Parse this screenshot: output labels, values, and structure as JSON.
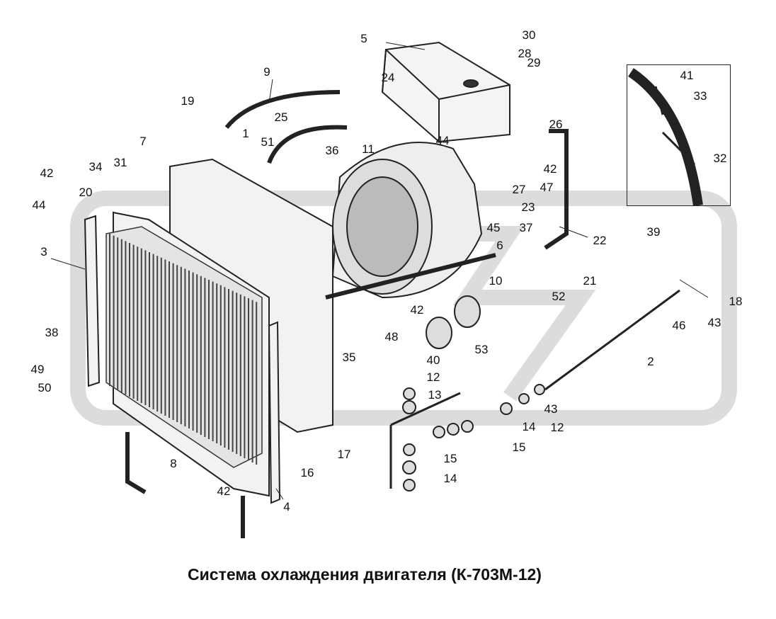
{
  "title": "Система охлаждения двигателя (К-703М-12)",
  "labels": [
    "5",
    "30",
    "28",
    "29",
    "9",
    "24",
    "19",
    "25",
    "1",
    "51",
    "36",
    "11",
    "44",
    "26",
    "7",
    "42",
    "34",
    "31",
    "20",
    "44",
    "42",
    "47",
    "27",
    "23",
    "37",
    "45",
    "22",
    "6",
    "39",
    "3",
    "21",
    "10",
    "52",
    "18",
    "46",
    "43",
    "42",
    "48",
    "53",
    "2",
    "35",
    "40",
    "12",
    "13",
    "38",
    "49",
    "50",
    "43",
    "14",
    "12",
    "15",
    "15",
    "14",
    "17",
    "16",
    "8",
    "42",
    "4"
  ],
  "inset_labels": [
    "41",
    "33",
    "32"
  ],
  "watermark_color": "#d9d9d9"
}
